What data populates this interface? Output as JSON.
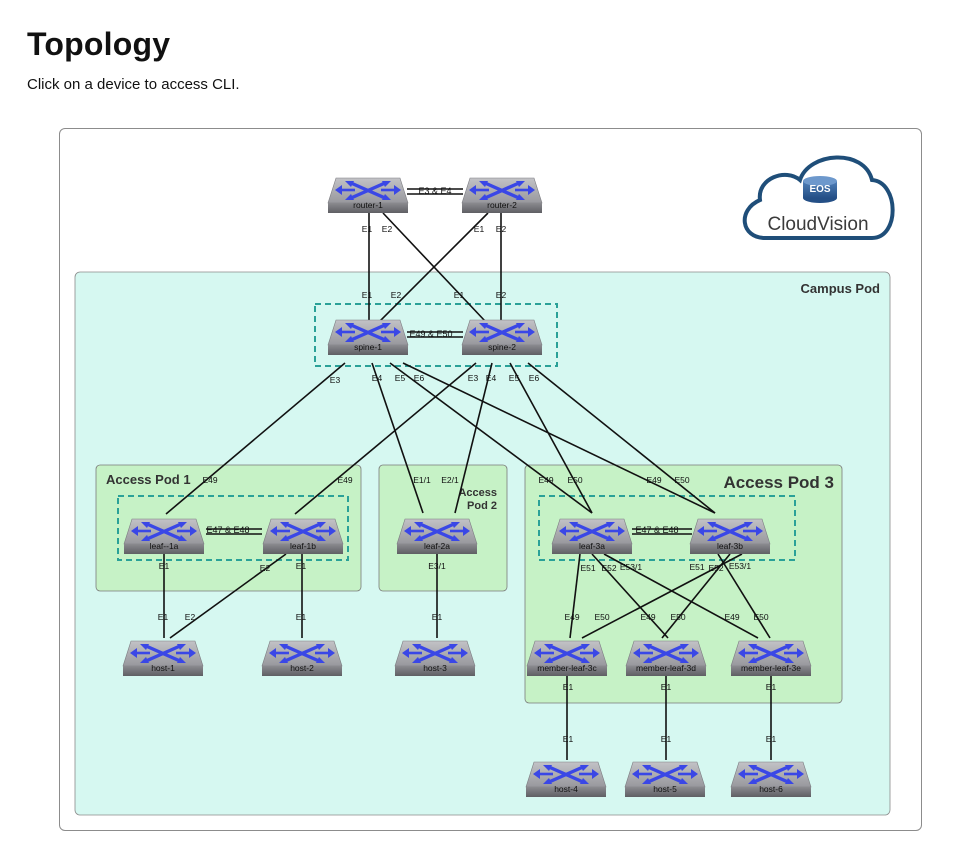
{
  "page": {
    "title": "Topology",
    "subtitle": "Click on a device to access CLI."
  },
  "logo": {
    "badge": "EOS",
    "name": "CloudVision"
  },
  "regions": {
    "campus": "Campus Pod",
    "pod1": "Access Pod 1",
    "pod2_line1": "Access",
    "pod2_line2": "Pod 2",
    "pod3": "Access Pod 3"
  },
  "colors": {
    "campus_fill": "#d6f8f1",
    "pod_fill": "#c6f2c6",
    "mlag_dash": "#2aa198",
    "switch_body": "#9d9da1",
    "switch_arrow": "#3a47e6",
    "cloud_stroke": "#1f4e79"
  },
  "devices": {
    "router1": "router-1",
    "router2": "router-2",
    "spine1": "spine-1",
    "spine2": "spine-2",
    "leaf1a": "leaf--1a",
    "leaf1b": "leaf-1b",
    "leaf2a": "leaf-2a",
    "leaf3a": "leaf-3a",
    "leaf3b": "leaf-3b",
    "member3c": "member-leaf-3c",
    "member3d": "member-leaf-3d",
    "member3e": "member-leaf-3e",
    "host1": "host-1",
    "host2": "host-2",
    "host3": "host-3",
    "host4": "host-4",
    "host5": "host-5",
    "host6": "host-6"
  },
  "link_labels": {
    "router_peer": "E3 & E4",
    "spine_peer": "E49 & E50",
    "pod1_peer": "E47 & E48",
    "pod3_peer": "E47 & E48",
    "r1_e1": "E1",
    "r1_e2": "E2",
    "r2_e1": "E1",
    "r2_e2": "E2",
    "s1_e1": "E1",
    "s1_e2": "E2",
    "s2_e1": "E1",
    "s2_e2": "E2",
    "s1_e3": "E3",
    "s1_e4": "E4",
    "s1_e5": "E5",
    "s1_e6": "E6",
    "s2_e3": "E3",
    "s2_e4": "E4",
    "s2_e5": "E5",
    "s2_e6": "E6",
    "l1a_e49": "E49",
    "l1b_e49": "E49",
    "l2a_e11": "E1/1",
    "l2a_e21": "E2/1",
    "l3a_e49": "E49",
    "l3a_e50": "E50",
    "l3b_e49": "E49",
    "l3b_e50": "E50",
    "l1a_e1": "E1",
    "l1b_e2": "E2",
    "l1b_e1": "E1",
    "h1_e1": "E1",
    "h1_e2": "E2",
    "h2_e1": "E1",
    "l2a_e31": "E3/1",
    "h3_e1": "E1",
    "l3a_e51": "E51",
    "l3a_e52": "E52",
    "l3a_e531": "E53/1",
    "l3b_e51": "E51",
    "l3b_e52": "E52",
    "l3b_e531": "E53/1",
    "m3c_e49": "E49",
    "m3c_e50": "E50",
    "m3d_e49": "E49",
    "m3d_e50": "E50",
    "m3e_e49": "E49",
    "m3e_e50": "E50",
    "m3c_e1": "E1",
    "m3d_e1": "E1",
    "m3e_e1": "E1",
    "h4_e1": "E1",
    "h5_e1": "E1",
    "h6_e1": "E1"
  }
}
